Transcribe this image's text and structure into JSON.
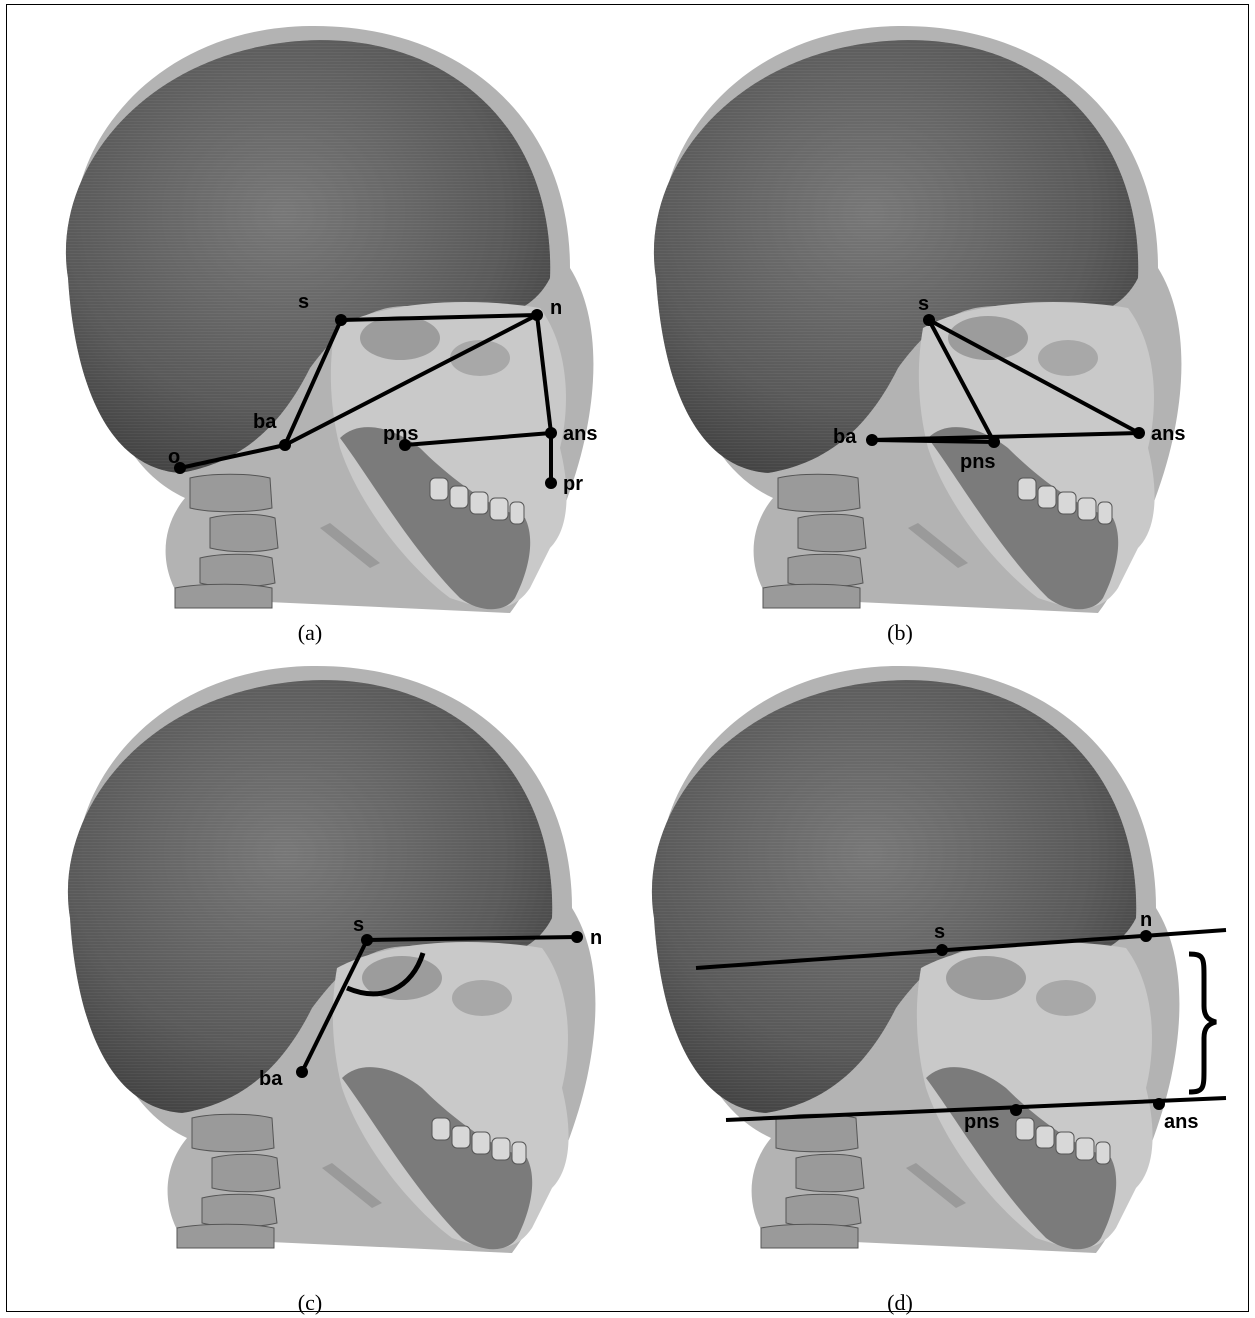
{
  "panels": [
    {
      "caption": "(a)",
      "landmarks": [
        {
          "id": "s",
          "label": "s"
        },
        {
          "id": "n",
          "label": "n"
        },
        {
          "id": "ba",
          "label": "ba"
        },
        {
          "id": "o",
          "label": "o"
        },
        {
          "id": "pns",
          "label": "pns"
        },
        {
          "id": "ans",
          "label": "ans"
        },
        {
          "id": "pr",
          "label": "pr"
        }
      ]
    },
    {
      "caption": "(b)",
      "landmarks": [
        {
          "id": "s",
          "label": "s"
        },
        {
          "id": "ba",
          "label": "ba"
        },
        {
          "id": "pns",
          "label": "pns"
        },
        {
          "id": "ans",
          "label": "ans"
        }
      ]
    },
    {
      "caption": "(c)",
      "landmarks": [
        {
          "id": "s",
          "label": "s"
        },
        {
          "id": "n",
          "label": "n"
        },
        {
          "id": "ba",
          "label": "ba"
        }
      ]
    },
    {
      "caption": "(d)",
      "landmarks": [
        {
          "id": "s",
          "label": "s"
        },
        {
          "id": "n",
          "label": "n"
        },
        {
          "id": "pns",
          "label": "pns"
        },
        {
          "id": "ans",
          "label": "ans"
        }
      ]
    }
  ]
}
